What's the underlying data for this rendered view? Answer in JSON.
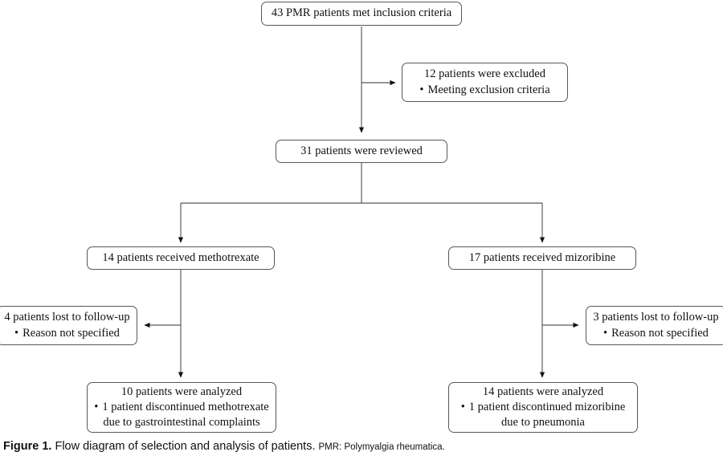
{
  "figure": {
    "caption_number": "Figure 1.",
    "caption_text": "Flow diagram of selection and analysis of patients.",
    "caption_abbreviation": "PMR: Polymyalgia rheumatica.",
    "line_color": "#55585c",
    "text_color": "#111111",
    "background": "#ffffff"
  },
  "chart_data": {
    "type": "diagram",
    "title": "Flow diagram of selection and analysis of patients",
    "nodes": [
      {
        "id": "enrolled",
        "count": 43,
        "line1": "43 PMR patients met inclusion criteria"
      },
      {
        "id": "excluded",
        "count": 12,
        "line1": "12 patients were excluded",
        "line2": "Meeting exclusion criteria"
      },
      {
        "id": "reviewed",
        "count": 31,
        "line1": "31 patients were reviewed"
      },
      {
        "id": "mtx",
        "count": 14,
        "line1": "14 patients received methotrexate"
      },
      {
        "id": "miz",
        "count": 17,
        "line1": "17 patients received mizoribine"
      },
      {
        "id": "mtx_lost",
        "count": 4,
        "line1": "4 patients lost to follow-up",
        "line2": "Reason not specified"
      },
      {
        "id": "miz_lost",
        "count": 3,
        "line1": "3 patients lost to follow-up",
        "line2": "Reason not specified"
      },
      {
        "id": "mtx_anal",
        "count": 10,
        "line1": "10 patients were analyzed",
        "line2": "1 patient discontinued methotrexate",
        "line3": "due to gastrointestinal complaints"
      },
      {
        "id": "miz_anal",
        "count": 14,
        "line1": "14 patients were analyzed",
        "line2": "1 patient discontinued mizoribine",
        "line3": "due to pneumonia"
      }
    ],
    "edges": [
      {
        "from": "enrolled",
        "to": "excluded"
      },
      {
        "from": "enrolled",
        "to": "reviewed"
      },
      {
        "from": "reviewed",
        "to": "mtx"
      },
      {
        "from": "reviewed",
        "to": "miz"
      },
      {
        "from": "mtx",
        "to": "mtx_lost"
      },
      {
        "from": "mtx",
        "to": "mtx_anal"
      },
      {
        "from": "miz",
        "to": "miz_lost"
      },
      {
        "from": "miz",
        "to": "miz_anal"
      }
    ]
  },
  "nodes": {
    "enrolled": {
      "line1": "43 PMR patients met inclusion criteria"
    },
    "excluded": {
      "line1": "12 patients were excluded",
      "line2": "Meeting exclusion criteria"
    },
    "reviewed": {
      "line1": "31 patients were reviewed"
    },
    "mtx": {
      "line1": "14 patients received methotrexate"
    },
    "miz": {
      "line1": "17 patients received mizoribine"
    },
    "mtx_lost": {
      "line1": "4 patients lost to follow-up",
      "line2": "Reason not specified"
    },
    "miz_lost": {
      "line1": "3 patients lost to follow-up",
      "line2": "Reason not specified"
    },
    "mtx_anal": {
      "line1": "10 patients were analyzed",
      "line2": "1 patient discontinued methotrexate",
      "line3": "due to gastrointestinal complaints"
    },
    "miz_anal": {
      "line1": "14 patients were analyzed",
      "line2": "1 patient discontinued mizoribine",
      "line3": "due to pneumonia"
    }
  }
}
